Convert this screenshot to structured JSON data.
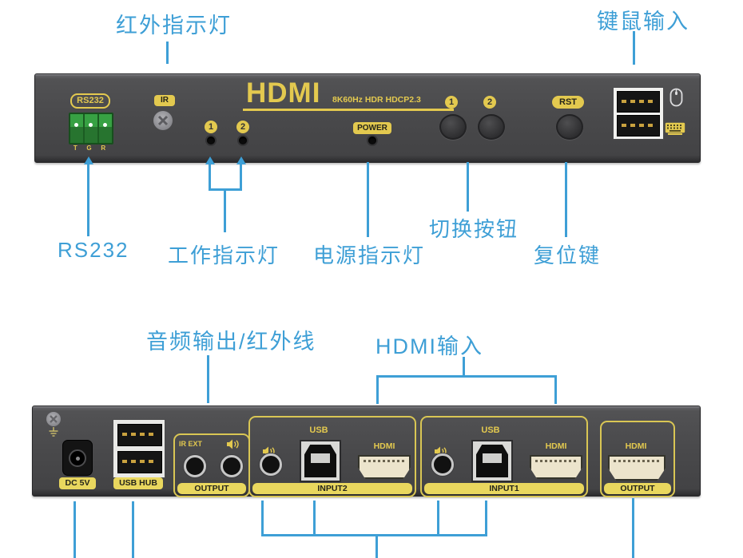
{
  "colors": {
    "accent_blue": "#3e9fd6",
    "label_yellow": "#e3c94f",
    "panel_gray": "#4a4a4c",
    "terminal_green": "#2f8f3a"
  },
  "callouts": {
    "top_left": "红外指示灯",
    "top_right": "键鼠输入",
    "front_rs232": "RS232",
    "front_work_led": "工作指示灯",
    "front_power_led": "电源指示灯",
    "front_switch": "切换按钮",
    "front_reset": "复位键",
    "rear_audio_ir": "音频输出/红外线",
    "rear_hdmi_in": "HDMI输入"
  },
  "front_panel": {
    "rs232": {
      "label": "RS232",
      "pins": [
        "T",
        "G",
        "R"
      ]
    },
    "ir_label": "IR",
    "indicators": [
      {
        "num": "1"
      },
      {
        "num": "2"
      }
    ],
    "logo": {
      "brand": "HDMI",
      "specs": "8K60Hz HDR HDCP2.3"
    },
    "power_label": "POWER",
    "switch_buttons": [
      {
        "num": "1"
      },
      {
        "num": "2"
      }
    ],
    "rst_label": "RST"
  },
  "rear_panel": {
    "dc_label": "DC 5V",
    "usb_hub_label": "USB HUB",
    "output_section": {
      "ir_ext_label": "IR EXT",
      "name": "OUTPUT"
    },
    "input2": {
      "usb_label": "USB",
      "hdmi_label": "HDMI",
      "name": "INPUT2"
    },
    "input1": {
      "usb_label": "USB",
      "hdmi_label": "HDMI",
      "name": "INPUT1"
    },
    "output_hdmi": {
      "hdmi_label": "HDMI",
      "name": "OUTPUT"
    }
  }
}
